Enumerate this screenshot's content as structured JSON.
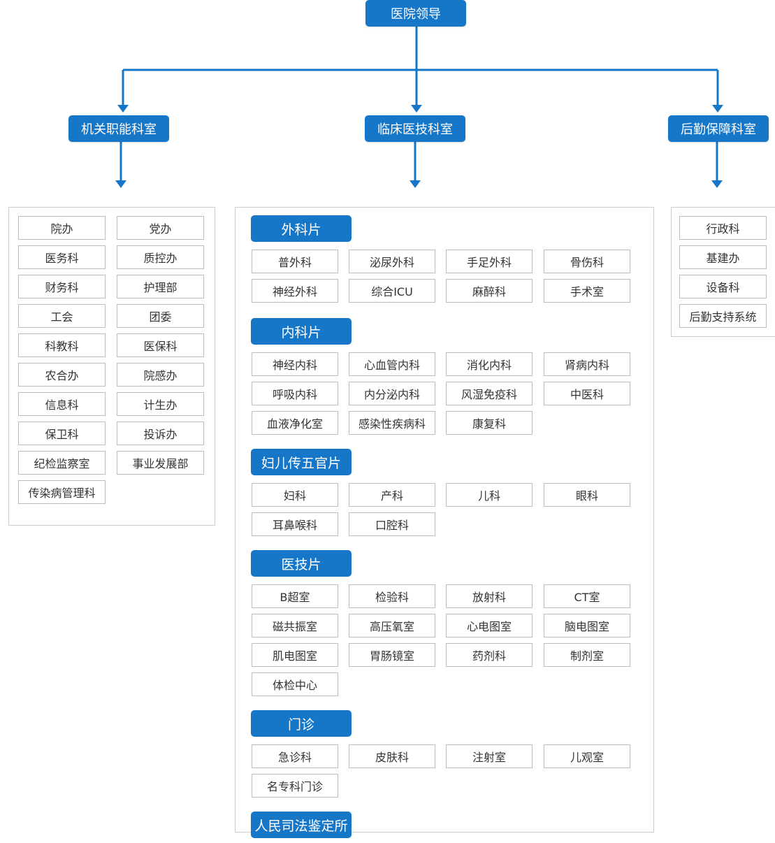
{
  "root": "医院领导",
  "branches": {
    "left": "机关职能科室",
    "center": "临床医技科室",
    "right": "后勤保障科室"
  },
  "left_items": [
    "院办",
    "党办",
    "医务科",
    "质控办",
    "财务科",
    "护理部",
    "工会",
    "团委",
    "科教科",
    "医保科",
    "农合办",
    "院感办",
    "信息科",
    "计生办",
    "保卫科",
    "投诉办",
    "纪检监察室",
    "事业发展部",
    "传染病管理科"
  ],
  "right_items": [
    "行政科",
    "基建办",
    "设备科",
    "后勤支持系统"
  ],
  "center_groups": [
    {
      "title": "外科片",
      "items": [
        "普外科",
        "泌尿外科",
        "手足外科",
        "骨伤科",
        "神经外科",
        "综合ICU",
        "麻醉科",
        "手术室"
      ]
    },
    {
      "title": "内科片",
      "items": [
        "神经内科",
        "心血管内科",
        "消化内科",
        "肾病内科",
        "呼吸内科",
        "内分泌内科",
        "风湿免疫科",
        "中医科",
        "血液净化室",
        "感染性疾病科",
        "康复科"
      ]
    },
    {
      "title": "妇儿传五官片",
      "items": [
        "妇科",
        "产科",
        "儿科",
        "眼科",
        "耳鼻喉科",
        "口腔科"
      ]
    },
    {
      "title": "医技片",
      "items": [
        "B超室",
        "检验科",
        "放射科",
        "CT室",
        "磁共振室",
        "高压氧室",
        "心电图室",
        "脑电图室",
        "肌电图室",
        "胃肠镜室",
        "药剂科",
        "制剂室",
        "体检中心"
      ]
    },
    {
      "title": "门诊",
      "items": [
        "急诊科",
        "皮肤科",
        "注射室",
        "儿观室",
        "名专科门诊"
      ]
    },
    {
      "title": "人民司法鉴定所",
      "items": []
    }
  ],
  "colors": {
    "node": "#1677c9",
    "line": "#1677c9",
    "cell_border": "#bdbdbd",
    "panel_border": "#cccccc"
  }
}
